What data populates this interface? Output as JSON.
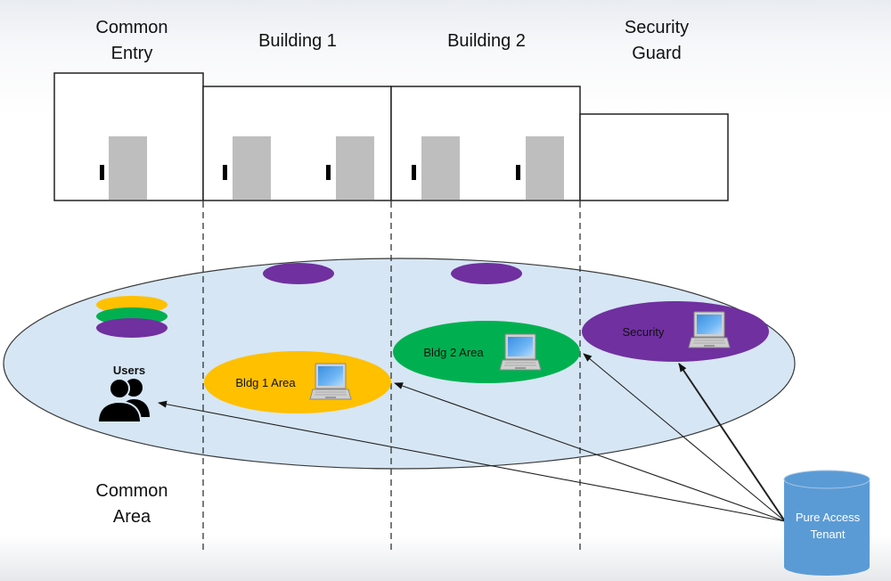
{
  "headers": {
    "common_entry": [
      "Common",
      "Entry"
    ],
    "building1": "Building 1",
    "building2": "Building 2",
    "security_guard": [
      "Security",
      "Guard"
    ]
  },
  "common_area_label": [
    "Common",
    "Area"
  ],
  "users": {
    "label": "Users",
    "icon": "users-icon"
  },
  "areas": {
    "bldg1": {
      "label": "Bldg 1 Area",
      "color": "#FFC000",
      "icon": "laptop-icon"
    },
    "bldg2": {
      "label": "Bldg 2 Area",
      "color": "#00B050",
      "icon": "laptop-icon"
    },
    "security": {
      "label": "Security",
      "color": "#7030A0",
      "icon": "laptop-icon"
    }
  },
  "tenant": {
    "label": [
      "Pure Access",
      "Tenant"
    ],
    "color": "#5B9BD5",
    "icon": "database-cylinder-icon"
  },
  "colors": {
    "common_area_fill": "#D6E6F4",
    "door": "#BEBEBE",
    "yellow": "#FFC000",
    "green": "#00B050",
    "purple": "#7030A0"
  }
}
